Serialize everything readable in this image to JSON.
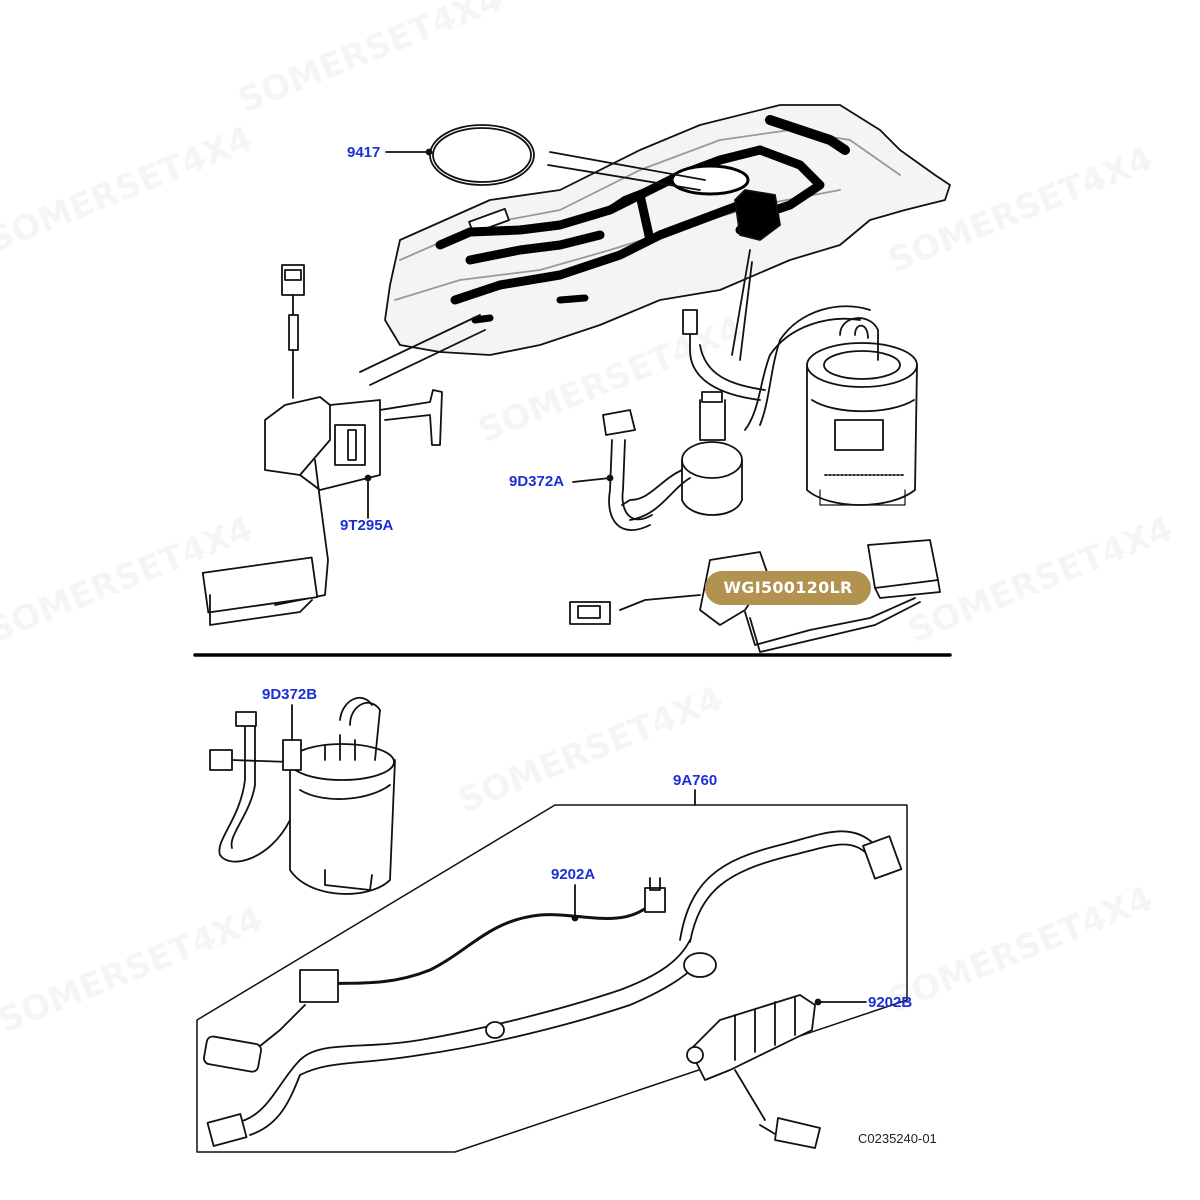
{
  "watermark": "SOMERSET4X4",
  "badge": {
    "text": "WGI500120LR",
    "color": "#b1924f"
  },
  "reference_code": "C0235240-01",
  "label_color": "#1a2fd6",
  "callouts": {
    "c9417": "9417",
    "c9D372A": "9D372A",
    "c9T295A": "9T295A",
    "c9D372B": "9D372B",
    "c9A760": "9A760",
    "c9202A": "9202A",
    "c9202B": "9202B"
  }
}
